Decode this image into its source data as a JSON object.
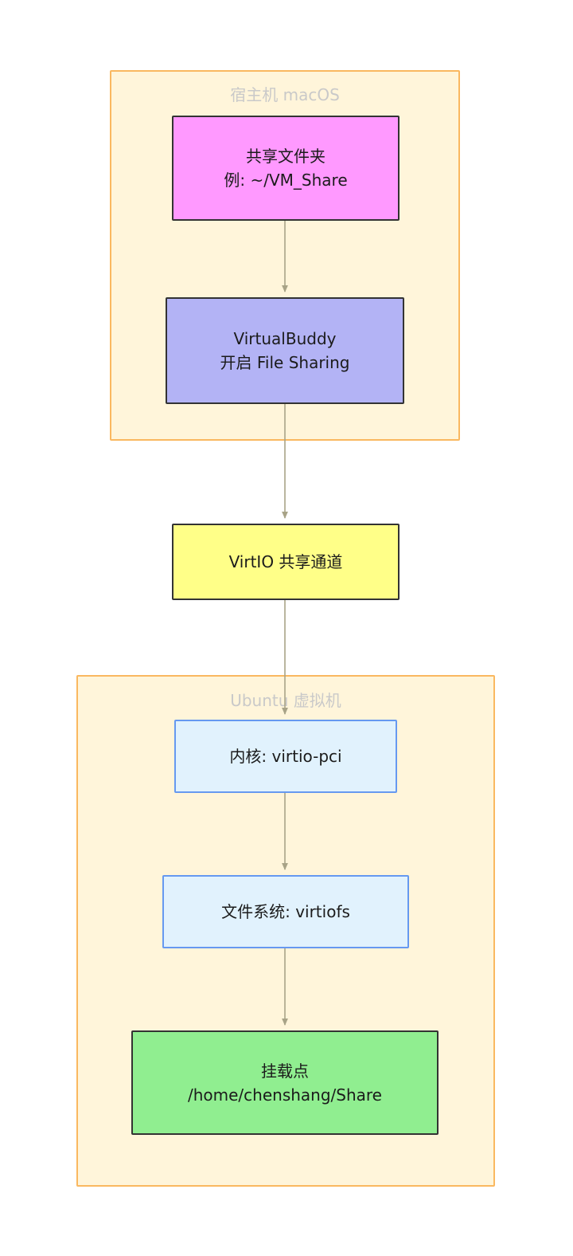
{
  "diagram": {
    "kind": "flowchart",
    "direction": "top-down",
    "background": "#ffffff",
    "subgraphs": [
      {
        "id": "host",
        "title": "宿主机 macOS",
        "fill": "#fff5da",
        "stroke": "#fab860",
        "title_color": "#c9c9c9"
      },
      {
        "id": "vm",
        "title": "Ubuntu 虚拟机",
        "fill": "#fff5da",
        "stroke": "#fab860",
        "title_color": "#c9c9c9"
      }
    ],
    "nodes": [
      {
        "id": "shared-folder",
        "parent": "host",
        "line1": "共享文件夹",
        "line2": "例: ~/VM_Share",
        "fill": "#ff99ff",
        "stroke": "#333333"
      },
      {
        "id": "virtualbuddy",
        "parent": "host",
        "line1": "VirtualBuddy",
        "line2": "开启 File Sharing",
        "fill": "#b3b3f5",
        "stroke": "#333333"
      },
      {
        "id": "virtio-channel",
        "parent": null,
        "line1": "VirtIO 共享通道",
        "line2": "",
        "fill": "#ffff88",
        "stroke": "#333333"
      },
      {
        "id": "kernel",
        "parent": "vm",
        "line1": "内核: virtio-pci",
        "line2": "",
        "fill": "#e1f2fd",
        "stroke": "#6699f0"
      },
      {
        "id": "filesystem",
        "parent": "vm",
        "line1": "文件系统: virtiofs",
        "line2": "",
        "fill": "#e1f2fd",
        "stroke": "#6699f0"
      },
      {
        "id": "mount-point",
        "parent": "vm",
        "line1": "挂载点",
        "line2": "/home/chenshang/Share",
        "fill": "#90ee90",
        "stroke": "#333333"
      }
    ],
    "edges": [
      {
        "from": "shared-folder",
        "to": "virtualbuddy",
        "label": "",
        "arrow": "solid-triangle"
      },
      {
        "from": "virtualbuddy",
        "to": "virtio-channel",
        "label": "",
        "arrow": "solid-triangle"
      },
      {
        "from": "virtio-channel",
        "to": "kernel",
        "label": "",
        "arrow": "solid-triangle"
      },
      {
        "from": "kernel",
        "to": "filesystem",
        "label": "",
        "arrow": "solid-triangle"
      },
      {
        "from": "filesystem",
        "to": "mount-point",
        "label": "",
        "arrow": "solid-triangle"
      }
    ],
    "edge_color": "#a8a387"
  }
}
